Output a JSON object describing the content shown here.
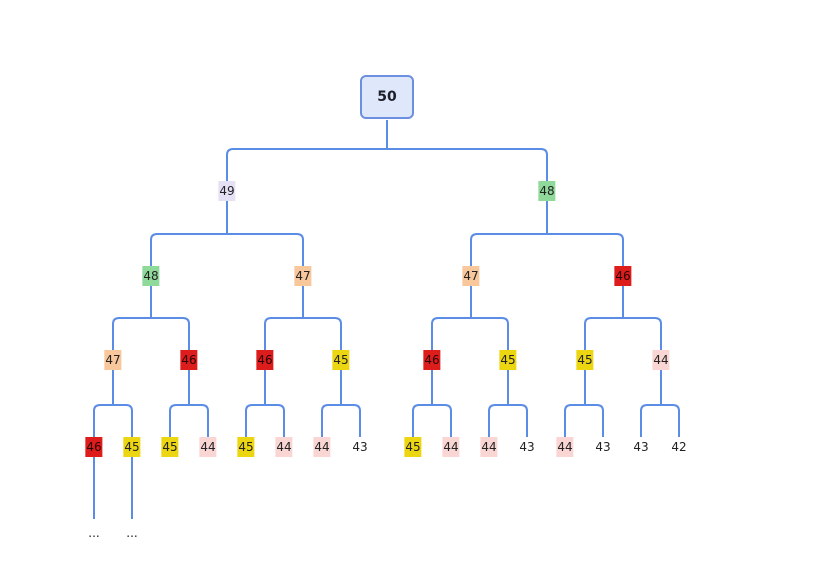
{
  "colors": {
    "edge": "#5b8de6",
    "root_fill": "#dfe7fb",
    "root_border": "#6d8fe0",
    "49": "#e6e0f5",
    "48": "#8fd99a",
    "47": "#f8c79b",
    "46": "#dd1c1c",
    "45": "#ecd511",
    "44": "#f9d6d4",
    "43": "transparent",
    "42": "transparent"
  },
  "tree": {
    "value": "50",
    "children": [
      {
        "value": "49",
        "children": [
          {
            "value": "48",
            "children": [
              {
                "value": "47",
                "children": [
                  {
                    "value": "46",
                    "children": [
                      {
                        "value": "...",
                        "ellipsis": true
                      }
                    ]
                  },
                  {
                    "value": "45",
                    "children": [
                      {
                        "value": "...",
                        "ellipsis": true
                      }
                    ]
                  }
                ]
              },
              {
                "value": "46",
                "children": [
                  {
                    "value": "45"
                  },
                  {
                    "value": "44"
                  }
                ]
              }
            ]
          },
          {
            "value": "47",
            "children": [
              {
                "value": "46",
                "children": [
                  {
                    "value": "45"
                  },
                  {
                    "value": "44"
                  }
                ]
              },
              {
                "value": "45",
                "children": [
                  {
                    "value": "44"
                  },
                  {
                    "value": "43"
                  }
                ]
              }
            ]
          }
        ]
      },
      {
        "value": "48",
        "children": [
          {
            "value": "47",
            "children": [
              {
                "value": "46",
                "children": [
                  {
                    "value": "45"
                  },
                  {
                    "value": "44"
                  }
                ]
              },
              {
                "value": "45",
                "children": [
                  {
                    "value": "44"
                  },
                  {
                    "value": "43"
                  }
                ]
              }
            ]
          },
          {
            "value": "46",
            "children": [
              {
                "value": "45",
                "children": [
                  {
                    "value": "44"
                  },
                  {
                    "value": "43"
                  }
                ]
              },
              {
                "value": "44",
                "children": [
                  {
                    "value": "43"
                  },
                  {
                    "value": "42"
                  }
                ]
              }
            ]
          }
        ]
      }
    ]
  }
}
